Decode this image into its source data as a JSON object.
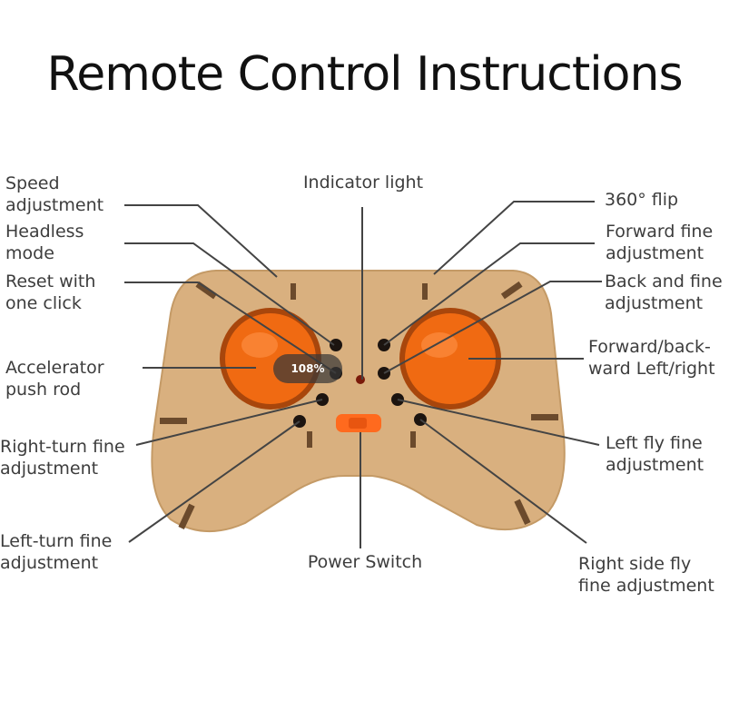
{
  "title": "Remote Control Instructions",
  "colors": {
    "board": "#d9b07f",
    "board_edge": "#c49a66",
    "joystick": "#f06a12",
    "joystick_ring": "#a8460c",
    "button": "#1c1410",
    "indicator": "#7a1a0a",
    "power_switch": "#ff6a1e",
    "leader_line": "#444444"
  },
  "labels": {
    "speed_adjustment": "Speed\nadjustment",
    "headless_mode": "Headless\nmode",
    "reset_one_click": "Reset with\none click",
    "accelerator": "Accelerator\npush rod",
    "right_turn_fine": "Right-turn fine\nadjustment",
    "left_turn_fine": "Left-turn fine\nadjustment",
    "indicator_light": "Indicator light",
    "power_switch": "Power Switch",
    "flip_360": "360°  flip",
    "forward_fine": "Forward fine\nadjustment",
    "back_fine": "Back and fine\nadjustment",
    "forward_back_lr": "Forward/back-\nward Left/right",
    "left_fly_fine": "Left fly fine\nadjustment",
    "right_fly_fine": "Right side fly\nfine adjustment"
  },
  "overlay": {
    "zoom": "108%"
  }
}
